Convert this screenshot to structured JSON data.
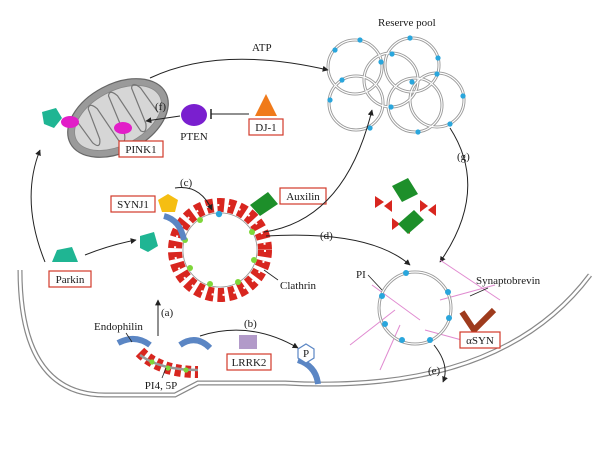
{
  "labels": {
    "reserve_pool": "Reserve pool",
    "atp": "ATP",
    "pten": "PTEN",
    "dj1": "DJ-1",
    "pink1": "PINK1",
    "synj1": "SYNJ1",
    "auxilin": "Auxilin",
    "parkin": "Parkin",
    "clathrin": "Clathrin",
    "endophilin": "Endophilin",
    "lrrk2": "LRRK2",
    "pi45p": "PI4, 5P",
    "pi": "PI",
    "synaptobrevin": "Synaptobrevin",
    "asyn": "αSYN",
    "phospho": "P"
  },
  "step_labels": {
    "a": "(a)",
    "b": "(b)",
    "c": "(c)",
    "d": "(d)",
    "e": "(e)",
    "f": "(f)",
    "g": "(g)"
  },
  "colors": {
    "mito": "#9a9a9a",
    "pink1": "#e21ec8",
    "parkin": "#1fb593",
    "pten": "#7a1fcf",
    "dj1": "#f07a1a",
    "synj1": "#f5be12",
    "auxilin": "#1d8f2a",
    "clathrin": "#d8261f",
    "vesicle_dot": "#2aa6dc",
    "green_dot": "#7ed63a",
    "lrrk2": "#b29ac9",
    "endophilin": "#5b86c4",
    "asyn": "#9e3b1d",
    "synaptobrevin": "#e08ad0",
    "box_border": "#d23a2a"
  }
}
